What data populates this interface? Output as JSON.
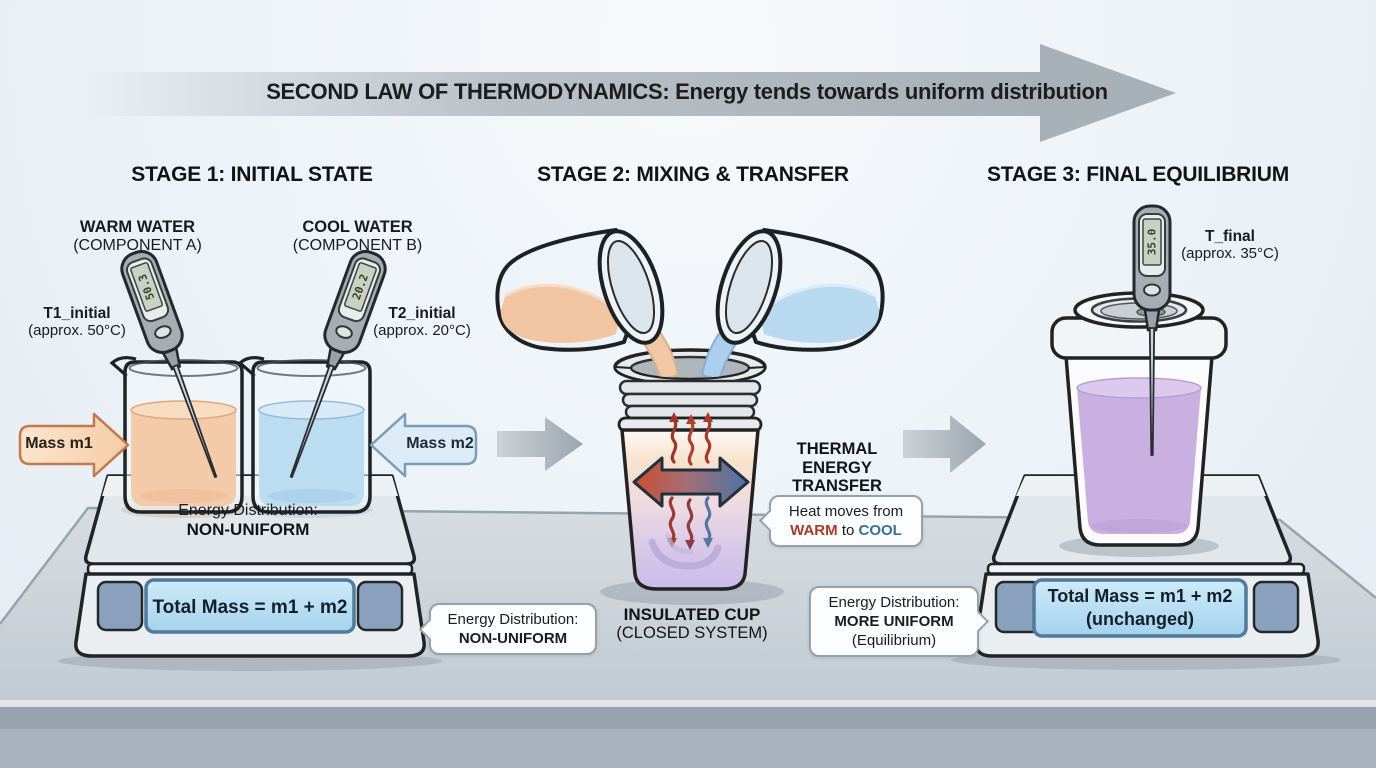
{
  "banner": {
    "title": "SECOND LAW OF THERMODYNAMICS: Energy tends towards uniform distribution"
  },
  "stage1": {
    "title": "STAGE 1: INITIAL STATE",
    "warm_water": {
      "name": "WARM WATER",
      "component": "(COMPONENT A)"
    },
    "cool_water": {
      "name": "COOL WATER",
      "component": "(COMPONENT B)"
    },
    "t1": {
      "label": "T1_initial",
      "value": "(approx. 50°C)"
    },
    "t2": {
      "label": "T2_initial",
      "value": "(approx. 20°C)"
    },
    "thermo1_reading": "50.3",
    "thermo2_reading": "20.2",
    "mass1": "Mass m1",
    "mass2": "Mass m2",
    "platform_energy": {
      "line1": "Energy Distribution:",
      "line2": "NON-UNIFORM"
    },
    "scale_display": "Total Mass = m1 + m2",
    "bubble": {
      "line1": "Energy Distribution:",
      "line2": "NON-UNIFORM"
    }
  },
  "stage2": {
    "title": "STAGE 2: MIXING & TRANSFER",
    "thermal": {
      "line1": "THERMAL",
      "line2": "ENERGY",
      "line3": "TRANSFER"
    },
    "bubble": {
      "prefix": "Heat moves from",
      "warm": "WARM",
      "to": "to",
      "cool": "COOL"
    },
    "cup": {
      "line1": "INSULATED CUP",
      "line2": "(CLOSED SYSTEM)"
    }
  },
  "stage3": {
    "title": "STAGE 3: FINAL EQUILIBRIUM",
    "tfinal": {
      "label": "T_final",
      "value": "(approx. 35°C)"
    },
    "thermo_reading": "35.0",
    "scale_display": {
      "line1": "Total Mass = m1 + m2",
      "line2": "(unchanged)"
    },
    "bubble": {
      "line1": "Energy Distribution:",
      "line2": "MORE UNIFORM",
      "line3": "(Equilibrium)"
    }
  },
  "colors": {
    "warm_liquid": "#f4cba8",
    "cool_liquid": "#bcdcf2",
    "mixed_liquid": "#cbb2e2",
    "warm_accent": "#a63c28",
    "cool_accent": "#3a6e96",
    "arrow_gray": "#a7afb7",
    "lcd_blue": "#bfe2f5"
  }
}
